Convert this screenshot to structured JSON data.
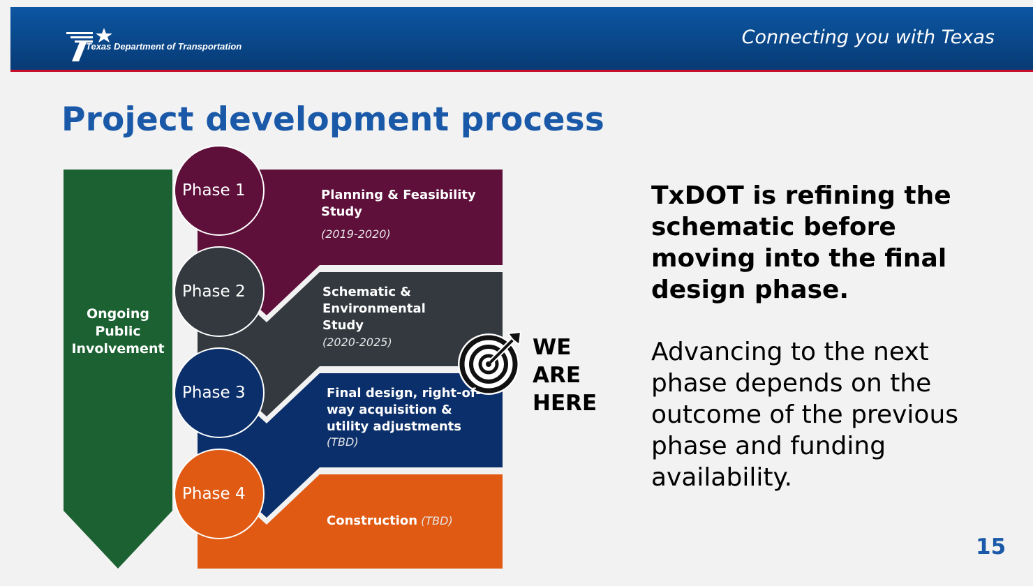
{
  "header": {
    "agency_name": "Texas Department of Transportation",
    "tagline": "Connecting you with Texas"
  },
  "title": "Project development process",
  "ongoing": {
    "label": "Ongoing Public Involvement"
  },
  "phases": [
    {
      "label": "Phase 1",
      "title": "Planning & Feasibility Study",
      "date": "(2019-2020)",
      "color": "#5e0f3a"
    },
    {
      "label": "Phase 2",
      "title": "Schematic & Environmental Study",
      "date": "(2020-2025)",
      "color": "#33393f"
    },
    {
      "label": "Phase 3",
      "title": "Final design, right-of-way acquisition & utility adjustments",
      "date": "(TBD)",
      "color": "#0b2f6b"
    },
    {
      "label": "Phase 4",
      "title": "Construction",
      "date": "(TBD)",
      "color": "#e05a13"
    }
  ],
  "marker": {
    "label": "WE ARE HERE",
    "icon": "target-icon"
  },
  "summary": {
    "headline": "TxDOT is refining the schematic before moving into the final design phase.",
    "body": "Advancing to the next phase depends on the outcome of the previous phase and funding availability."
  },
  "page_number": "15",
  "colors": {
    "header": "#0a4a8e",
    "accent_red": "#c8102e",
    "title_blue": "#1a59a8",
    "ongoing_green": "#1b6131"
  }
}
